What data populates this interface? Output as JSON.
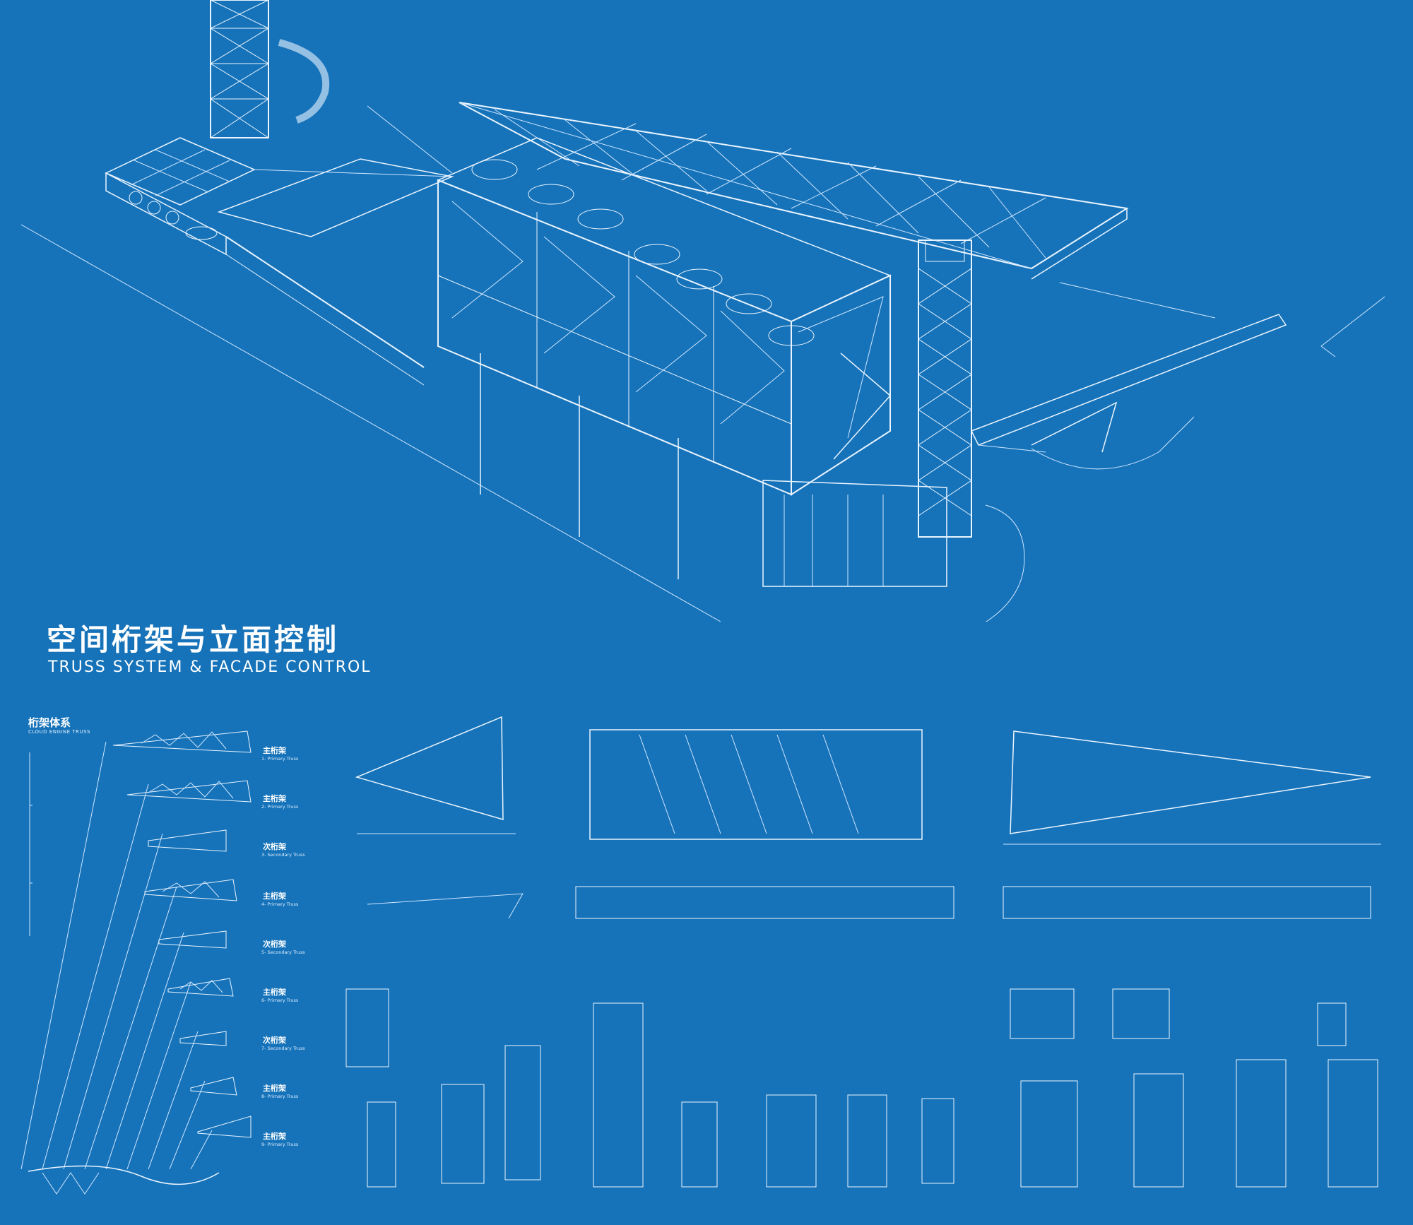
{
  "heading": {
    "title_cn": "空间桁架与立面控制",
    "title_en": "TRUSS SYSTEM & FACADE CONTROL"
  },
  "truss_system": {
    "title_cn": "桁架体系",
    "title_en": "CLOUD ENGINE TRUSS",
    "items": [
      {
        "label_cn": "主桁架",
        "label_en": "1- Primary Truss"
      },
      {
        "label_cn": "主桁架",
        "label_en": "2- Primary Truss"
      },
      {
        "label_cn": "次桁架",
        "label_en": "3- Secondary Truss"
      },
      {
        "label_cn": "主桁架",
        "label_en": "4- Primary Truss"
      },
      {
        "label_cn": "次桁架",
        "label_en": "5- Secondary Truss"
      },
      {
        "label_cn": "主桁架",
        "label_en": "6- Primary Truss"
      },
      {
        "label_cn": "次桁架",
        "label_en": "7- Secondary Truss"
      },
      {
        "label_cn": "主桁架",
        "label_en": "8- Primary Truss"
      },
      {
        "label_cn": "主桁架",
        "label_en": "9- Primary Truss"
      }
    ]
  },
  "colors": {
    "background": "#1673b9",
    "line": "#eaf4ff"
  }
}
